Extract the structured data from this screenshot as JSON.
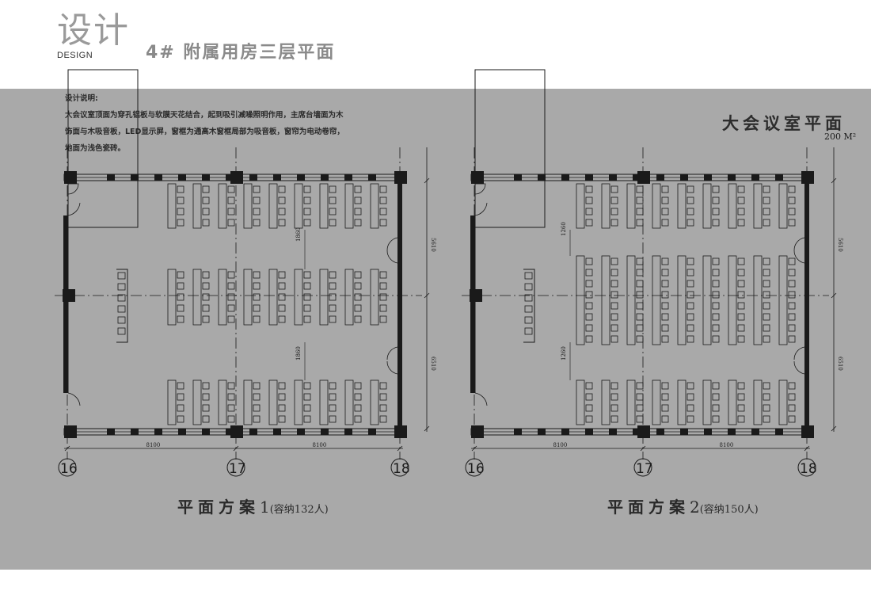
{
  "header": {
    "logo_cn": "设计",
    "logo_en": "DESIGN",
    "title": "4# 附属用房三层平面"
  },
  "notes": {
    "lines": [
      "设计说明:",
      "大会议室顶面为穿孔铝板与软膜天花结合，起到吸引减噪照明作用，主席台墙面为木",
      "饰面与木吸音板，LED显示屏，窗框为通高木窗框局部为吸音板，窗帘为电动卷帘，",
      "地面为浅色瓷砖。"
    ]
  },
  "hall": {
    "title": "大会议室平面",
    "area": "200 M²"
  },
  "plans": [
    {
      "id": "plan1",
      "caption_main": "平面方案",
      "caption_num": "1",
      "caption_note": "(容纳132人)",
      "dims": {
        "span_left": "8100",
        "span_right": "8100",
        "right_top": "5610",
        "right_bottom": "6510",
        "inner_top": "1860",
        "inner_bottom": "1860"
      },
      "axes": [
        "16",
        "17",
        "18"
      ]
    },
    {
      "id": "plan2",
      "caption_main": "平面方案",
      "caption_num": "2",
      "caption_note": "(容纳150人)",
      "dims": {
        "span_left": "8100",
        "span_right": "8100",
        "right_top": "5610",
        "right_bottom": "6510",
        "inner_top": "1260",
        "inner_bottom": "1260"
      },
      "axes": [
        "16",
        "17",
        "18"
      ]
    }
  ],
  "colors": {
    "panel": "#a9a9a9",
    "line": "#1a1a1a",
    "header_gray": "#9a9a9a"
  }
}
